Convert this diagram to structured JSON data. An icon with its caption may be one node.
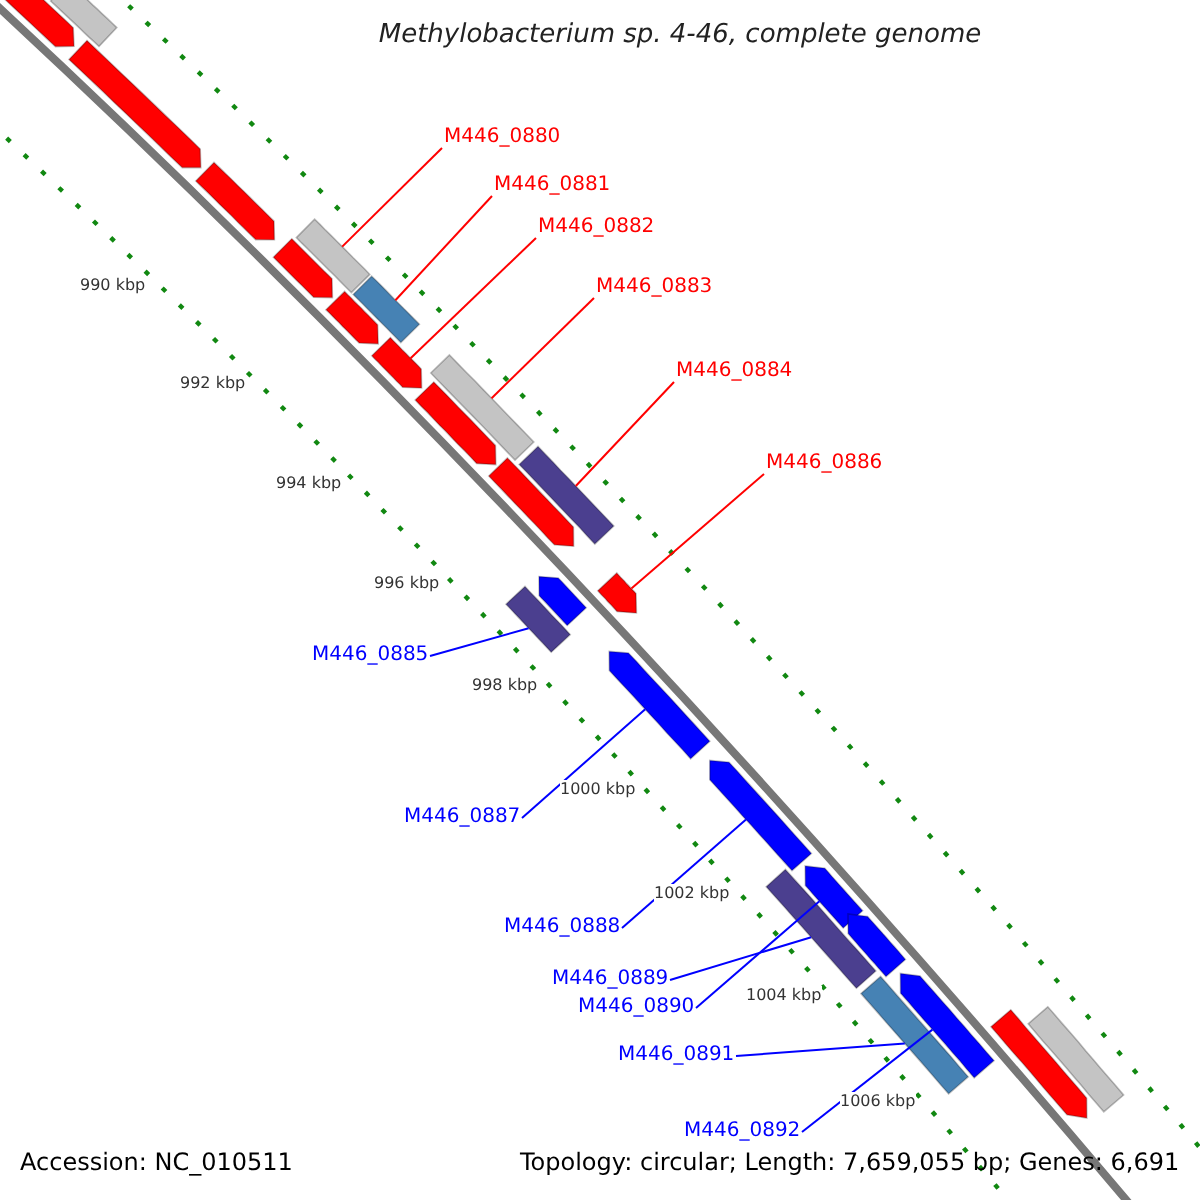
{
  "diagram": {
    "title": "Methylobacterium sp. 4-46, complete genome",
    "nodes": [
      {
        "text": [
          "M446_0880"
        ]
      },
      {
        "text": [
          "M446_0881"
        ]
      },
      {
        "text": [
          "M446_0882"
        ]
      },
      {
        "text": [
          "M446_0883"
        ]
      },
      {
        "text": [
          "M446_0884"
        ]
      },
      {
        "text": [
          "M446_0886"
        ]
      },
      {
        "text": [
          "M446_0885"
        ]
      },
      {
        "text": [
          "M446_0887"
        ]
      },
      {
        "text": [
          "M446_0888"
        ]
      },
      {
        "text": [
          "M446_0889"
        ]
      },
      {
        "text": [
          "M446_0890"
        ]
      },
      {
        "text": [
          "M446_0891"
        ]
      },
      {
        "text": [
          "M446_0892"
        ]
      },
      {
        "text": [],
        "shape": "bar"
      },
      {
        "text": [],
        "shape": "bar"
      },
      {
        "text": [],
        "shape": "bar"
      },
      {
        "text": [],
        "shape": "bar"
      },
      {
        "text": [],
        "shape": "bar"
      },
      {
        "text": [],
        "shape": "bar"
      },
      {
        "text": [],
        "shape": "bar"
      },
      {
        "text": [],
        "shape": "bar"
      },
      {
        "text": [],
        "shape": "bar"
      },
      {
        "text": [],
        "shape": "bar"
      },
      {
        "text": [],
        "shape": "bar"
      },
      {
        "text": [],
        "shape": "bar"
      },
      {
        "text": [],
        "shape": "bar"
      },
      {
        "text": [],
        "shape": "bar"
      },
      {
        "text": [],
        "shape": "bar"
      },
      {
        "text": [],
        "shape": "bar"
      },
      {
        "text": [],
        "shape": "bar"
      },
      {
        "text": [],
        "shape": "bar"
      },
      {
        "text": [],
        "shape": "bar"
      },
      {
        "text": [],
        "shape": "bar"
      },
      {
        "text": [],
        "shape": "bar"
      },
      {
        "text": [],
        "shape": "bar"
      },
      {
        "text": [],
        "shape": "bar"
      },
      {
        "text": [],
        "shape": "bar"
      },
      {
        "text": [],
        "shape": "bar"
      }
    ],
    "edges": [
      {
        "from": 0,
        "to": 24,
        "arrow": "none",
        "color": "#ff0000"
      },
      {
        "from": 1,
        "to": 25,
        "arrow": "none",
        "color": "#ff0000"
      },
      {
        "from": 2,
        "to": 18,
        "arrow": "none",
        "color": "#ff0000"
      },
      {
        "from": 3,
        "to": 26,
        "arrow": "none",
        "color": "#ff0000"
      },
      {
        "from": 4,
        "to": 27,
        "arrow": "none",
        "color": "#ff0000"
      },
      {
        "from": 5,
        "to": 21,
        "arrow": "none",
        "color": "#ff0000"
      },
      {
        "from": 6,
        "to": 35,
        "arrow": "none",
        "color": "#0000ff"
      },
      {
        "from": 7,
        "to": 30,
        "arrow": "none",
        "color": "#0000ff"
      },
      {
        "from": 8,
        "to": 31,
        "arrow": "none",
        "color": "#0000ff"
      },
      {
        "from": 9,
        "to": 36,
        "arrow": "none",
        "color": "#0000ff"
      },
      {
        "from": 10,
        "to": 32,
        "arrow": "none",
        "color": "#0000ff"
      },
      {
        "from": 11,
        "to": 37,
        "arrow": "none",
        "color": "#0000ff"
      },
      {
        "from": 12,
        "to": 34,
        "arrow": "none",
        "color": "#0000ff"
      }
    ],
    "labels": [
      "990 kbp",
      "992 kbp",
      "994 kbp",
      "996 kbp",
      "998 kbp",
      "1000 kbp",
      "1002 kbp",
      "1004 kbp",
      "1006 kbp",
      "Accession: NC_010511",
      "Topology: circular; Length: 7,659,055 bp; Genes: 6,691"
    ]
  }
}
